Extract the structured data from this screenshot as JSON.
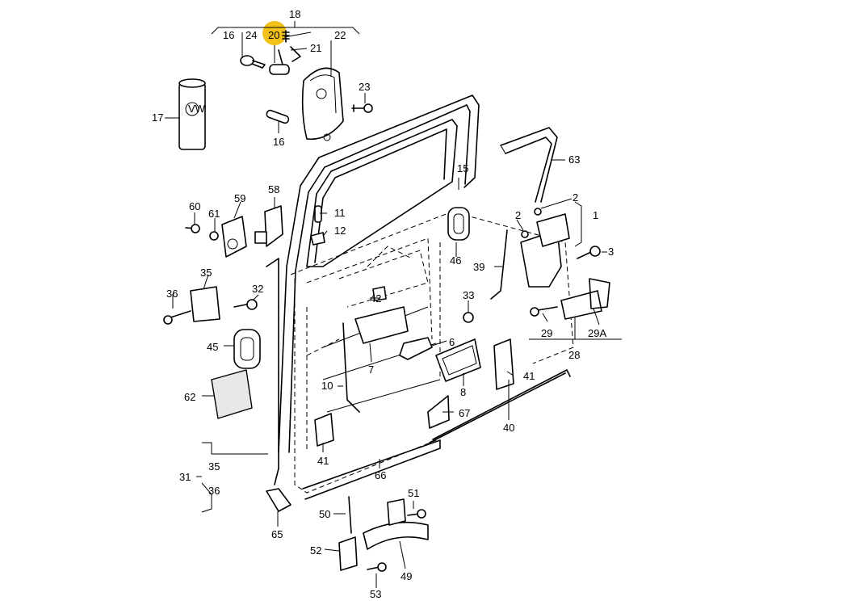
{
  "highlight": {
    "part": "20",
    "color": "#f2c21b"
  },
  "labels": {
    "l18": "18",
    "l16a": "16",
    "l24": "24",
    "l20": "20",
    "l22": "22",
    "l21": "21",
    "l23": "23",
    "l17": "17",
    "l16b": "16",
    "l63": "63",
    "l15": "15",
    "l2a": "2",
    "l1": "1",
    "l2b": "2",
    "l3": "3",
    "l58": "58",
    "l60": "60",
    "l59": "59",
    "l61": "61",
    "l11": "11",
    "l12": "12",
    "l46": "46",
    "l39": "39",
    "l35a": "35",
    "l36a": "36",
    "l32": "32",
    "l42": "42",
    "l33": "33",
    "l29": "29",
    "l29A": "29A",
    "l28": "28",
    "l45": "45",
    "l6": "6",
    "l7": "7",
    "l8": "8",
    "l41a": "41",
    "l62": "62",
    "l10": "10",
    "l67": "67",
    "l40": "40",
    "l41b": "41",
    "l31": "31",
    "l35b": "35",
    "l36b": "36",
    "l66": "66",
    "l51": "51",
    "l50": "50",
    "l65": "65",
    "l52": "52",
    "l49": "49",
    "l53": "53"
  }
}
